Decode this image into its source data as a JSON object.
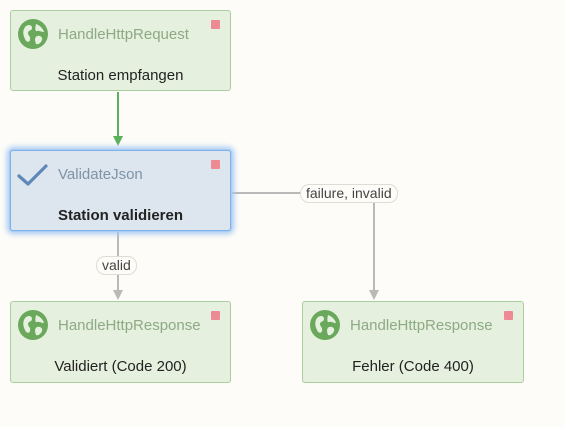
{
  "colors": {
    "node_fill": "#e6f0df",
    "node_border": "#a9cf9e",
    "selected_fill": "#dde6ef",
    "selected_glow": "#a6c9f2",
    "status_marker": "#ee8a93",
    "edge_success": "#5bb05a",
    "edge_default": "#b9b9b9",
    "globe_icon": "#6aa95c",
    "check_icon": "#5f88b8"
  },
  "nodes": {
    "receive": {
      "type": "HandleHttpRequest",
      "title": "Station empfangen",
      "icon": "globe-icon"
    },
    "validate": {
      "type": "ValidateJson",
      "title": "Station validieren",
      "icon": "checkmark-icon"
    },
    "response_ok": {
      "type": "HandleHttpResponse",
      "title": "Validiert (Code 200)",
      "icon": "globe-icon"
    },
    "response_error": {
      "type": "HandleHttpResponse",
      "title": "Fehler (Code 400)",
      "icon": "globe-icon"
    }
  },
  "edges": {
    "valid": "valid",
    "failure": "failure, invalid"
  }
}
